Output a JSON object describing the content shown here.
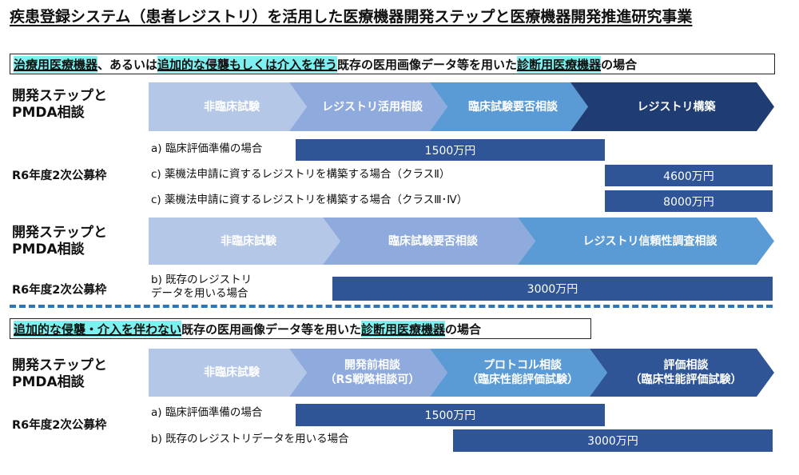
{
  "title": "疾患登録システム（患者レジストリ）を活用した医療機器開発ステップと医療機器開発推進研究事業",
  "section1": {
    "condition": [
      {
        "text": "治療用医療機器",
        "hl": true
      },
      {
        "text": "、あるいは",
        "hl": false
      },
      {
        "text": "追加的な侵襲もしくは介入を伴う",
        "hl": true
      },
      {
        "text": "既存の医用画像データ等を用いた",
        "hl": false
      },
      {
        "text": "診断用医療機器",
        "hl": true
      },
      {
        "text": "の場合",
        "hl": false
      }
    ],
    "dev_label_1": "開発ステップと",
    "dev_label_2": "PMDA相談",
    "steps_a": [
      "非臨床試験",
      "レジストリ活用相談",
      "臨床試験要否相談",
      "レジストリ構築"
    ],
    "fund_label": "R6年度2次公募枠",
    "cases_a": [
      {
        "label": "a) 臨床評価準備の場合",
        "amount": "1500万円"
      },
      {
        "label": "c) 薬機法申請に資するレジストリを構築する場合（クラスⅡ）",
        "amount": "4600万円"
      },
      {
        "label": "c) 薬機法申請に資するレジストリを構築する場合（クラスⅢ･Ⅳ）",
        "amount": "8000万円"
      }
    ],
    "steps_b": [
      "非臨床試験",
      "臨床試験要否相談",
      "レジストリ信頼性調査相談"
    ],
    "case_b": {
      "label_1": "b) 既存のレジストリ",
      "label_2": "データを用いる場合",
      "amount": "3000万円"
    }
  },
  "section2": {
    "condition": [
      {
        "text": "追加的な侵襲・介入を伴わない",
        "hl": true
      },
      {
        "text": "既存の医用画像データ等を用いた",
        "hl": false
      },
      {
        "text": "診断用医療機器",
        "hl": true
      },
      {
        "text": "の場合",
        "hl": false
      }
    ],
    "dev_label_1": "開発ステップと",
    "dev_label_2": "PMDA相談",
    "steps": [
      {
        "l1": "非臨床試験",
        "l2": ""
      },
      {
        "l1": "開発前相談",
        "l2": "（RS戦略相談可）"
      },
      {
        "l1": "プロトコル相談",
        "l2": "（臨床性能評価試験）"
      },
      {
        "l1": "評価相談",
        "l2": "（臨床性能評価試験）"
      }
    ],
    "fund_label": "R6年度2次公募枠",
    "cases": [
      {
        "label": "a) 臨床評価準備の場合",
        "amount": "1500万円"
      },
      {
        "label": "b) 既存のレジストリデータを用いる場合",
        "amount": "3000万円"
      }
    ]
  }
}
